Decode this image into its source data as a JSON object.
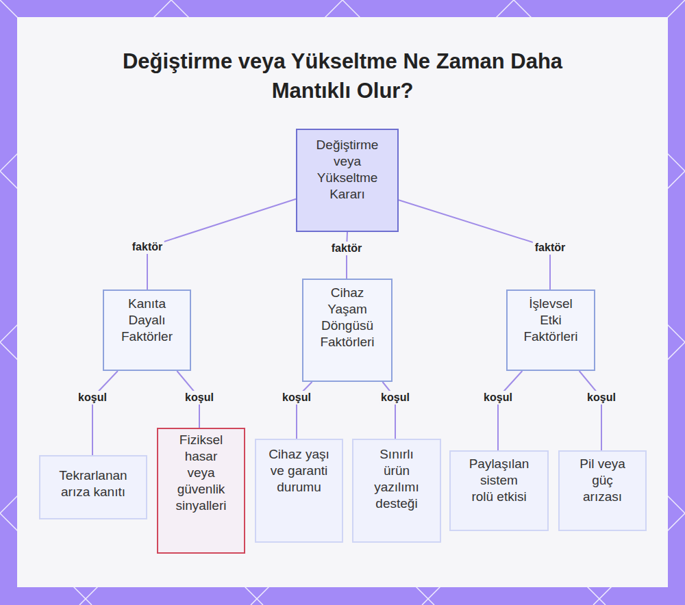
{
  "diagram": {
    "title": "Değiştirme veya Yükseltme Ne Zaman Daha Mantıklı Olur?",
    "nodes": [
      {
        "text": [
          "Değiştirme veya Yükseltme Kararı"
        ]
      },
      {
        "text": [
          "Kanıta Dayalı Faktörler"
        ]
      },
      {
        "text": [
          "Cihaz Yaşam Döngüsü Faktörleri"
        ]
      },
      {
        "text": [
          "İşlevsel Etki Faktörleri"
        ]
      },
      {
        "text": [
          "Tekrarlanan arıza kanıtı"
        ]
      },
      {
        "text": [
          "Fiziksel hasar veya güvenlik sinyalleri"
        ]
      },
      {
        "text": [
          "Cihaz yaşı ve garanti durumu"
        ]
      },
      {
        "text": [
          "Sınırlı ürün yazılımı desteği"
        ]
      },
      {
        "text": [
          "Paylaşılan sistem rolü etkisi"
        ]
      },
      {
        "text": [
          "Pil veya güç arızası"
        ]
      }
    ],
    "edges": [
      {
        "from": 0,
        "to": 1,
        "label": "faktör",
        "arrow": "none"
      },
      {
        "from": 0,
        "to": 2,
        "label": "faktör",
        "arrow": "none"
      },
      {
        "from": 0,
        "to": 3,
        "label": "faktör",
        "arrow": "none"
      },
      {
        "from": 1,
        "to": 4,
        "label": "koşul",
        "arrow": "none"
      },
      {
        "from": 1,
        "to": 5,
        "label": "koşul",
        "arrow": "none"
      },
      {
        "from": 2,
        "to": 6,
        "label": "koşul",
        "arrow": "none"
      },
      {
        "from": 2,
        "to": 7,
        "label": "koşul",
        "arrow": "none"
      },
      {
        "from": 3,
        "to": 8,
        "label": "koşul",
        "arrow": "none"
      },
      {
        "from": 3,
        "to": 9,
        "label": "koşul",
        "arrow": "none"
      }
    ]
  }
}
